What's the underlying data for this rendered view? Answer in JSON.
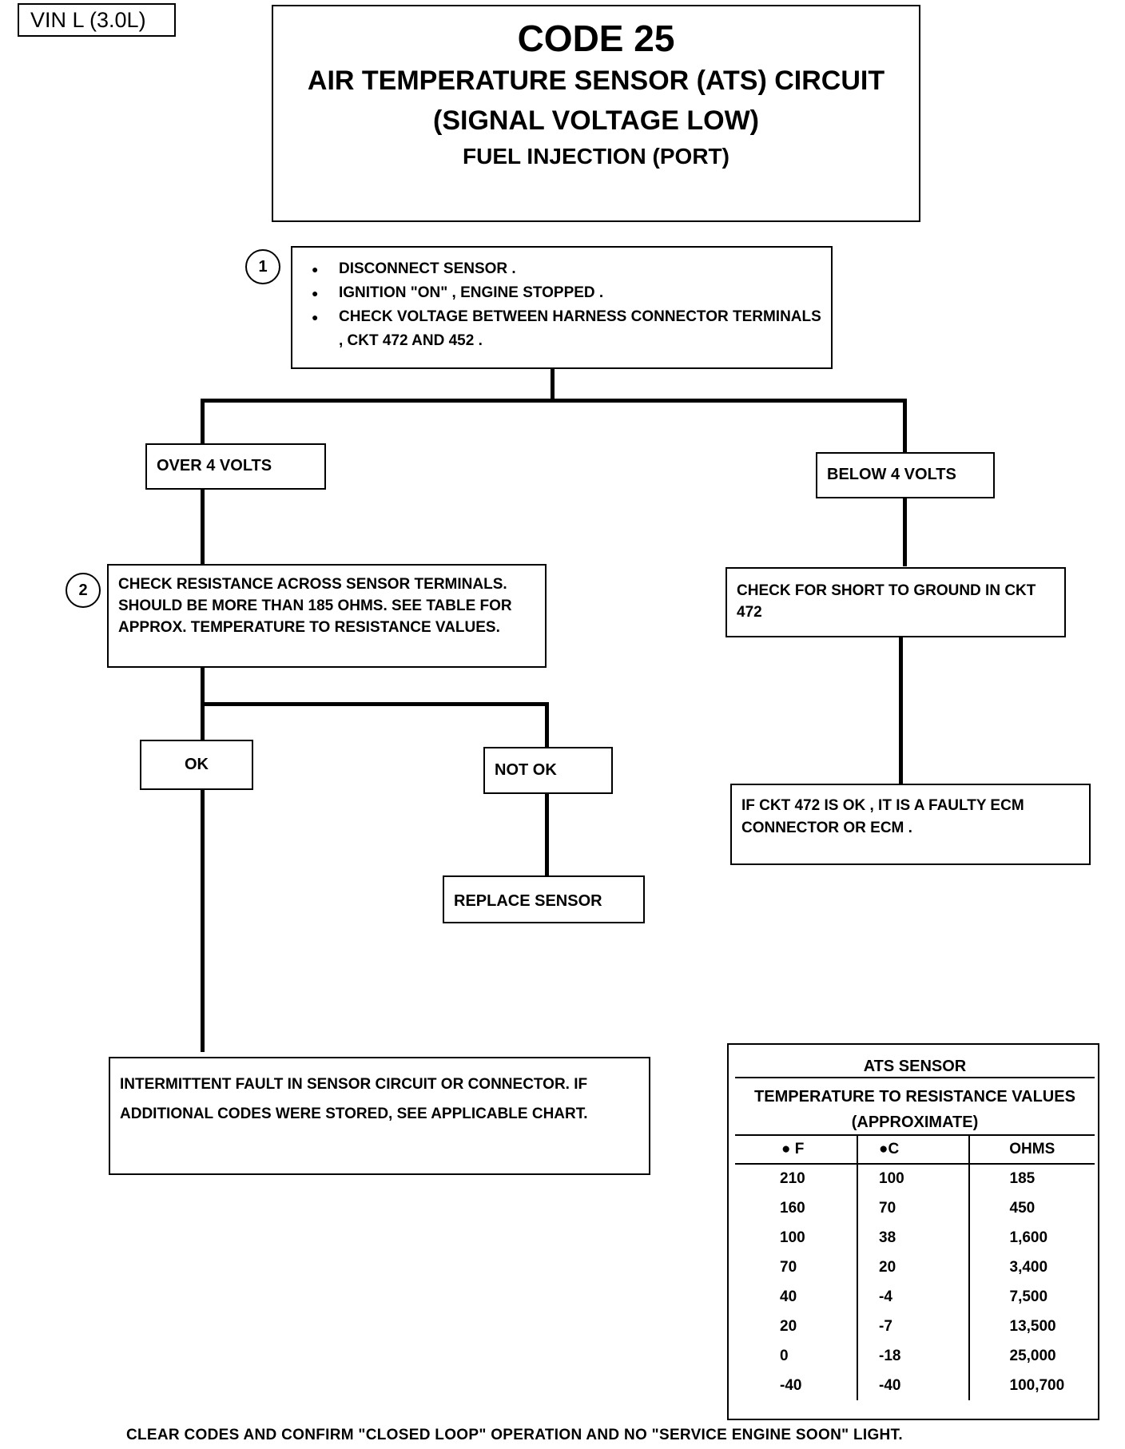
{
  "vin_label": "VIN L (3.0L)",
  "title": {
    "code": "CODE 25",
    "line1": "AIR TEMPERATURE SENSOR (ATS) CIRCUIT",
    "line2": "(SIGNAL VOLTAGE LOW)",
    "line3": "FUEL INJECTION (PORT)"
  },
  "step1": {
    "number": "1",
    "bullets": [
      "DISCONNECT SENSOR .",
      "IGNITION \"ON\" , ENGINE STOPPED .",
      "CHECK VOLTAGE BETWEEN HARNESS CONNECTOR TERMINALS , CKT 472 AND 452 ."
    ]
  },
  "branch_over": "OVER 4 VOLTS",
  "branch_below": "BELOW 4 VOLTS",
  "step2": {
    "number": "2",
    "text": "CHECK RESISTANCE ACROSS SENSOR TERMINALS. SHOULD BE MORE THAN 185 OHMS. SEE TABLE FOR APPROX. TEMPERATURE TO RESISTANCE VALUES."
  },
  "check_short": "CHECK FOR SHORT TO GROUND IN CKT 472",
  "ok_label": "OK",
  "not_ok_label": "NOT OK",
  "replace_sensor": "REPLACE SENSOR",
  "faulty_ecm": "IF CKT 472 IS OK , IT IS A FAULTY ECM CONNECTOR OR ECM .",
  "intermittent": "INTERMITTENT FAULT IN SENSOR CIRCUIT OR CONNECTOR. IF ADDITIONAL CODES WERE STORED, SEE APPLICABLE CHART.",
  "table": {
    "title": "ATS SENSOR",
    "subtitle": "TEMPERATURE TO RESISTANCE VALUES",
    "subtitle2": "(APPROXIMATE)",
    "headers": [
      "● F",
      "●C",
      "OHMS"
    ],
    "rows": [
      [
        "210",
        "100",
        "185"
      ],
      [
        "160",
        "70",
        "450"
      ],
      [
        "100",
        "38",
        "1,600"
      ],
      [
        "70",
        "20",
        "3,400"
      ],
      [
        "40",
        "-4",
        "7,500"
      ],
      [
        "20",
        "-7",
        "13,500"
      ],
      [
        "0",
        "-18",
        "25,000"
      ],
      [
        "-40",
        "-40",
        "100,700"
      ]
    ]
  },
  "footer": "CLEAR CODES AND CONFIRM \"CLOSED LOOP\" OPERATION AND NO \"SERVICE ENGINE SOON\" LIGHT."
}
